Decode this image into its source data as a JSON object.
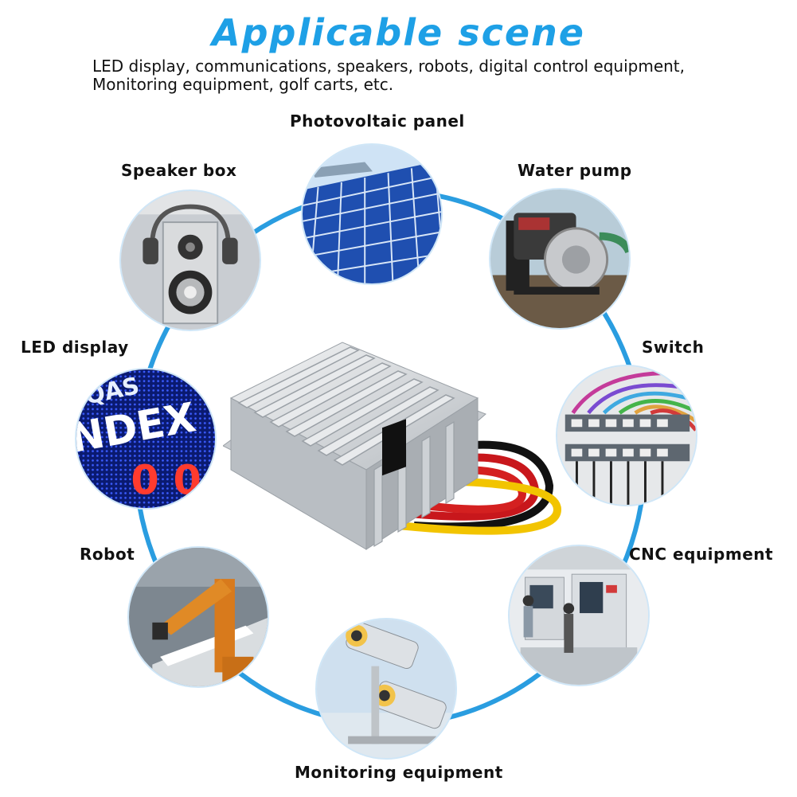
{
  "title": "Applicable scene",
  "subtitle": {
    "line1": "LED display, communications, speakers, robots, digital control equipment,",
    "line2": "Monitoring equipment, golf carts, etc."
  },
  "scenes": {
    "photovoltaic": "Photovoltaic panel",
    "speaker": "Speaker box",
    "water_pump": "Water pump",
    "led_display": "LED display",
    "switch": "Switch",
    "robot": "Robot",
    "cnc": "CNC equipment",
    "monitoring": "Monitoring equipment"
  },
  "colors": {
    "accent": "#1ea0e6",
    "ring": "#2a9de0"
  }
}
